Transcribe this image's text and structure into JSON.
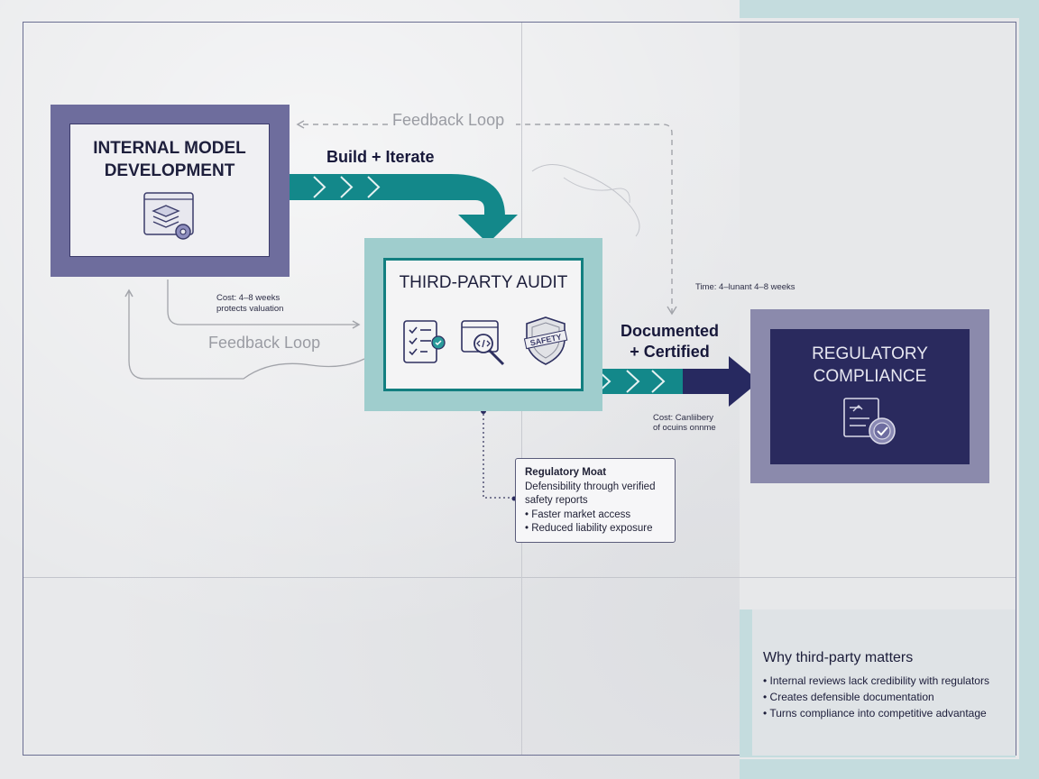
{
  "nodes": {
    "internal": {
      "title_line1": "INTERNAL MODEL",
      "title_line2": "DEVELOPMENT",
      "icon": "layers-gear-icon"
    },
    "audit": {
      "title": "THIRD-PARTY AUDIT",
      "icons": [
        "checklist-icon",
        "code-search-icon",
        "safety-shield-icon"
      ],
      "shield_text": "SAFETY"
    },
    "regulatory": {
      "title_line1": "REGULATORY",
      "title_line2": "COMPLIANCE",
      "icon": "certificate-badge-icon"
    }
  },
  "edges": {
    "build": {
      "label": "Build + Iterate"
    },
    "documented": {
      "label_line1": "Documented",
      "label_line2": "+ Certified"
    },
    "feedback_top": {
      "label": "Feedback Loop"
    },
    "feedback_bottom": {
      "label": "Feedback Loop"
    }
  },
  "annotations": {
    "cost1_line1": "Cost: 4–8 weeks",
    "cost1_line2": "protects valuation",
    "time": "Time: 4–lunant 4–8 weeks",
    "cost2_line1": "Cost: Canliibery",
    "cost2_line2": "of ocuins onnme"
  },
  "moat": {
    "title": "Regulatory Moat",
    "line1": "Defensibility through verified",
    "line2": "safety reports",
    "bullet1": "• Faster market access",
    "bullet2": "• Reduced liability exposure"
  },
  "why": {
    "title": "Why third-party matters",
    "items": [
      "Internal reviews lack credibility with regulators",
      "Creates defensible documentation",
      "Turns compliance into competitive advantage"
    ]
  },
  "colors": {
    "teal": "#13888a",
    "navy": "#2a2a5e",
    "purple_frame": "#6e6d9d",
    "panel_accent": "#c4dcde"
  }
}
